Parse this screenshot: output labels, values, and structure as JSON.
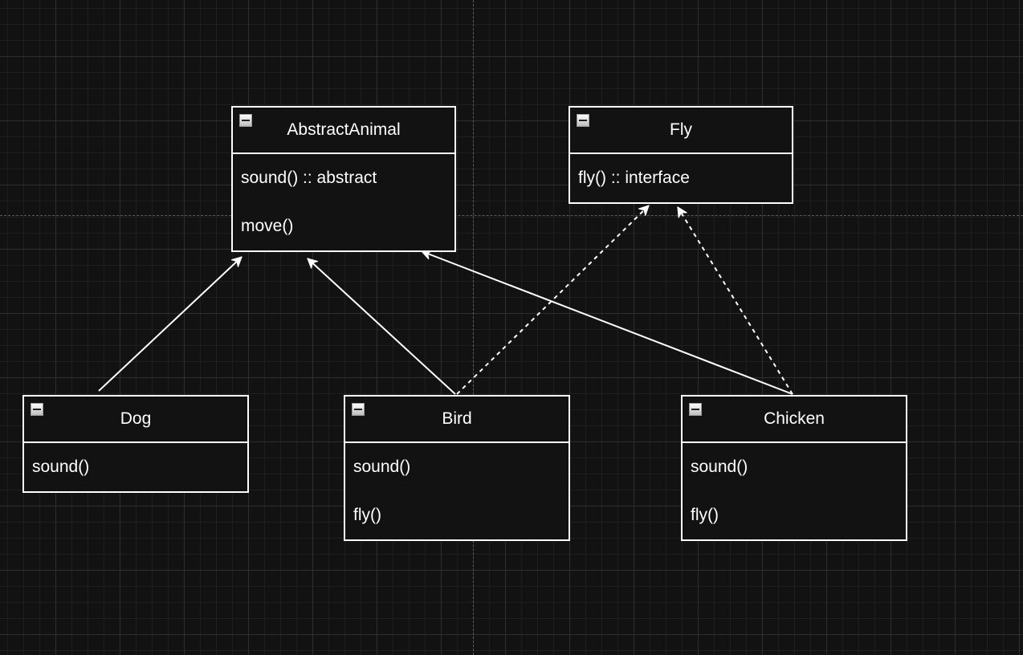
{
  "colors": {
    "background": "#121212",
    "stroke": "#ffffff",
    "text": "#ffffff",
    "grid": "#2e2e2e"
  },
  "icons": {
    "collapse": "collapse-minus-icon"
  },
  "classes": {
    "abstract_animal": {
      "name": "AbstractAnimal",
      "members": [
        "sound() :: abstract",
        "move()"
      ]
    },
    "fly": {
      "name": "Fly",
      "members": [
        "fly() :: interface"
      ]
    },
    "dog": {
      "name": "Dog",
      "members": [
        "sound()"
      ]
    },
    "bird": {
      "name": "Bird",
      "members": [
        "sound()",
        "fly()"
      ]
    },
    "chicken": {
      "name": "Chicken",
      "members": [
        "sound()",
        "fly()"
      ]
    }
  },
  "relations": [
    {
      "from": "Dog",
      "to": "AbstractAnimal",
      "kind": "inheritance",
      "style": "solid"
    },
    {
      "from": "Bird",
      "to": "AbstractAnimal",
      "kind": "inheritance",
      "style": "solid"
    },
    {
      "from": "Chicken",
      "to": "AbstractAnimal",
      "kind": "inheritance",
      "style": "solid"
    },
    {
      "from": "Bird",
      "to": "Fly",
      "kind": "implementation",
      "style": "dashed"
    },
    {
      "from": "Chicken",
      "to": "Fly",
      "kind": "implementation",
      "style": "dashed"
    }
  ]
}
